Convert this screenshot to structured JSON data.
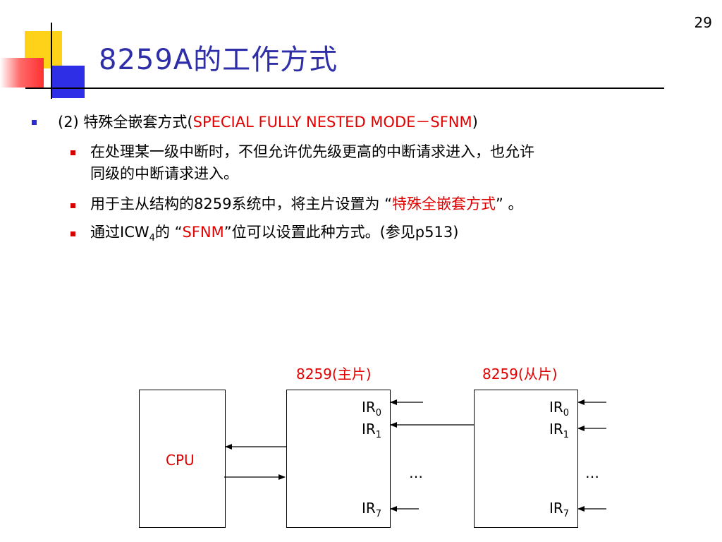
{
  "slide_number": "29",
  "title": "8259A的工作方式",
  "bullet_main": {
    "prefix": "(2) 特殊全嵌套方式(",
    "highlight": "SPECIAL FULLY NESTED MODE－SFNM",
    "suffix": ")"
  },
  "sub_bullets": {
    "b1_line1": "在处理某一级中断时，不但允许优先级更高的中断请求进入，也允许",
    "b1_line2": "同级的中断请求进入。",
    "b2_prefix": "用于主从结构的8259系统中，将主片设置为 “",
    "b2_highlight": "特殊全嵌套方式",
    "b2_suffix": "” 。",
    "b3_prefix": "通过ICW",
    "b3_sub": "4",
    "b3_mid": "的 “",
    "b3_highlight": "SFNM",
    "b3_suffix": "”位可以设置此种方式。(参见p513)"
  },
  "diagram": {
    "master_label": "8259(主片)",
    "slave_label": "8259(从片)",
    "cpu_label": "CPU",
    "ir_prefix": "IR",
    "ir0_sub": "0",
    "ir1_sub": "1",
    "ir7_sub": "7",
    "ellipsis": "…"
  },
  "colors": {
    "title": "#2e2ea8",
    "highlight": "#e00000",
    "bullet_l1": "#2a2ad4",
    "bullet_l2": "#d60000"
  }
}
